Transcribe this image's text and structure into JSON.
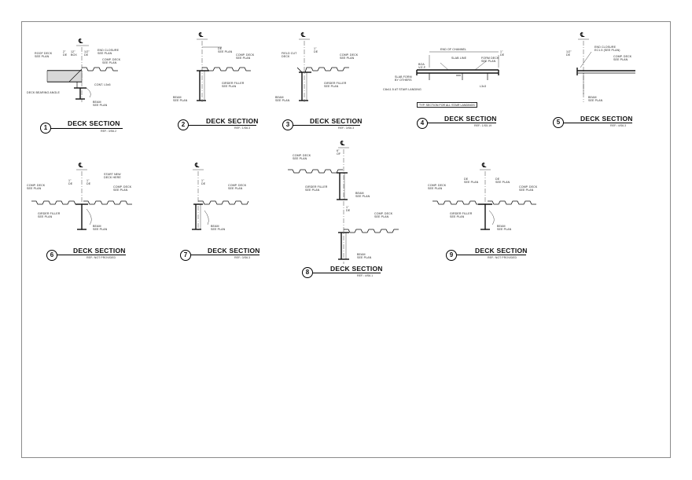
{
  "sheet": {
    "sections": [
      {
        "number": "1",
        "title": "DECK SECTION",
        "ref": "REF.: 3/S6.2",
        "centerline": "℄",
        "notes": [
          "ROOF DECK\nSEE PLAN",
          "2\"\nDE",
          "12\"\nBOX",
          "1/2\"\nDE",
          "END CLOSURE\nSEE PLAN",
          "COMP. DECK\nSEE PLAN",
          "CONT. L5x5",
          "DECK BEARING ANGLE",
          "BEAM\nSEE PLAN"
        ]
      },
      {
        "number": "2",
        "title": "DECK SECTION",
        "ref": "REF.: 1/S6.3",
        "centerline": "℄",
        "notes": [
          "DE\nSEE PLAN",
          "COMP. DECK\nSEE PLAN",
          "GIRDER FILLER\nSEE PLAN",
          "BEAM\nSEE PLAN"
        ]
      },
      {
        "number": "3",
        "title": "DECK SECTION",
        "ref": "REF.: 3/S6.3",
        "centerline": "℄",
        "notes": [
          "FIELD CUT\nDECK",
          "1\"\nDE",
          "COMP. DECK\nSEE PLAN",
          "GIRDER FILLER\nSEE PLAN",
          "BEAM\nSEE PLAN"
        ]
      },
      {
        "number": "4",
        "title": "DECK SECTION",
        "ref": "REF.: 1/S5.19",
        "centerline": "",
        "notes": [
          "END OF CHANNEL",
          "SLAB LINE",
          "FORM DECK\nSEE PLAN",
          "1\"\nDE",
          "BOA\nV.E.F.",
          "SLAB FORM\nBY OTHERS",
          "C8x11.5 AT STAIR LANDING",
          "L3x3"
        ],
        "caption": "TYP. SECTION FOR ALL STAIR LANDINGS"
      },
      {
        "number": "5",
        "title": "DECK SECTION",
        "ref": "REF.: 4/S6.3",
        "centerline": "℄",
        "notes": [
          "1/2\"\nDE",
          "END CLOSURE\nEC1.5 (SEE PLAN)",
          "COMP. DECK\nSEE PLAN",
          "BEAM\nSEE PLAN"
        ]
      },
      {
        "number": "6",
        "title": "DECK SECTION",
        "ref": "REF.: NOT PROVIDED",
        "centerline": "℄",
        "notes": [
          "1\"\nDE",
          "1\"\nDE",
          "START NEW\nDECK HERE",
          "COMP. DECK\nSEE PLAN",
          "COMP. DECK\nSEE PLAN",
          "GIRDER FILLER\nSEE PLAN",
          "BEAM\nSEE PLAN"
        ]
      },
      {
        "number": "7",
        "title": "DECK SECTION",
        "ref": "REF.: 3/S6.3",
        "centerline": "℄",
        "notes": [
          "1\"\nDE",
          "COMP. DECK\nSEE PLAN",
          "BEAM\nSEE PLAN"
        ]
      },
      {
        "number": "8",
        "title": "DECK SECTION",
        "ref": "REF.: 4/S6.1",
        "centerline": "℄",
        "notes": [
          "6\"\nOF",
          "COMP. DECK\nSEE PLAN",
          "GIRDER FILLER\nSEE PLAN",
          "BEAM\nSEE PLAN",
          "1\"\nDE",
          "COMP. DECK\nSEE PLAN",
          "BEAM\nSEE PLAN"
        ]
      },
      {
        "number": "9",
        "title": "DECK SECTION",
        "ref": "REF.: NOT PROVIDED",
        "centerline": "℄",
        "notes": [
          "DE\nSEE PLAN",
          "DE\nSEE PLAN",
          "COMP. DECK\nSEE PLAN",
          "COMP. DECK\nSEE PLAN",
          "GIRDER FILLER\nSEE PLAN",
          "BEAM\nSEE PLAN"
        ]
      }
    ]
  }
}
